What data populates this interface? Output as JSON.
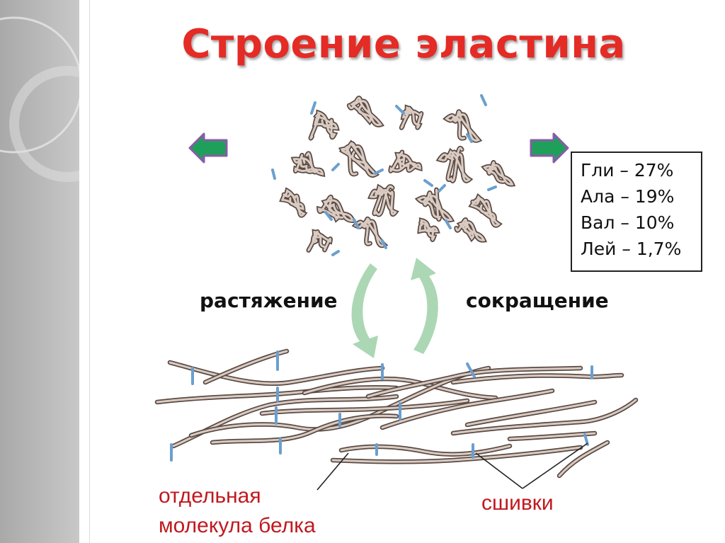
{
  "title": "Строение эластина",
  "composition": [
    "Гли – 27%",
    "Ала – 19%",
    "Вал – 10%",
    "Лей – 1,7%"
  ],
  "labels": {
    "stretch": "растяжение",
    "contraction": "сокращение",
    "molecule_line1": "отдельная",
    "molecule_line2": "молекула белка",
    "crosslinks": "сшивки"
  },
  "colors": {
    "title": "#e42b25",
    "annotation": "#c0191f",
    "fiber_outline": "#5a4a44",
    "fiber_fill": "#d9cbc2",
    "crosslink": "#6b9fcf",
    "arrow_green": "#1fa05a",
    "arrow_purple": "#8a5aa8",
    "cycle_arrow": "#a8d5b0"
  }
}
